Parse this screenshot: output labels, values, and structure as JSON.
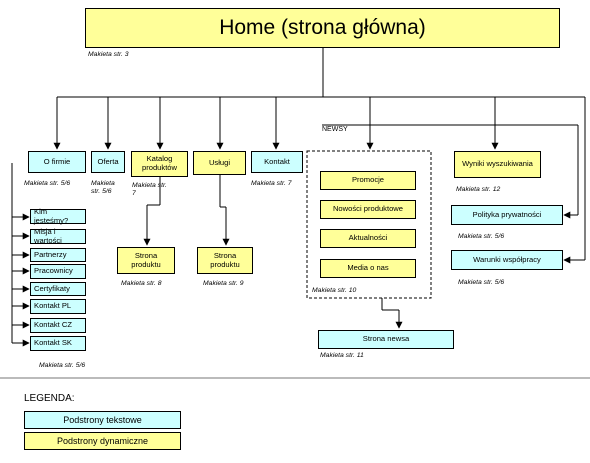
{
  "home": {
    "title": "Home (strona główna)",
    "note": "Makieta str. 3"
  },
  "nav": [
    {
      "id": "o-firmie",
      "label": "O firmie",
      "note": "Makieta str. 5/6"
    },
    {
      "id": "oferta",
      "label": "Oferta",
      "note": "Makieta str. 5/6"
    },
    {
      "id": "katalog",
      "label": "Katalog produktów",
      "note": "Makieta str. 7"
    },
    {
      "id": "uslugi",
      "label": "Usługi"
    },
    {
      "id": "kontakt",
      "label": "Kontakt",
      "note": "Makieta str. 7"
    },
    {
      "id": "wyniki",
      "label": "Wyniki wyszukiwania",
      "note": "Makieta str. 12"
    }
  ],
  "o_firmie_children": [
    "Kim jesteśmy?",
    "Misja i wartości",
    "Partnerzy",
    "Pracownicy",
    "Certyfikaty",
    "Kontakt PL",
    "Kontakt CZ",
    "Kontakt SK"
  ],
  "o_firmie_children_note": "Makieta str. 5/6",
  "strona_produktu_katalog": {
    "label": "Strona produktu",
    "note": "Makieta str. 8"
  },
  "strona_produktu_uslugi": {
    "label": "Strona produktu",
    "note": "Makieta str. 9"
  },
  "newsy": {
    "label": "NEWSY",
    "items": [
      "Promocje",
      "Nowości produktowe",
      "Aktualności",
      "Media o nas"
    ],
    "note": "Makieta str. 10"
  },
  "strona_newsa": {
    "label": "Strona newsa",
    "note": "Makieta str. 11"
  },
  "polityka": {
    "label": "Polityka prywatności",
    "note": "Makieta str. 5/6"
  },
  "warunki": {
    "label": "Warunki współpracy",
    "note": "Makieta str. 5/6"
  },
  "legend": {
    "title": "LEGENDA:",
    "items": [
      {
        "label": "Podstrony tekstowe",
        "color": "#ccffff"
      },
      {
        "label": "Podstrony dynamiczne",
        "color": "#ffff99"
      }
    ]
  },
  "colors": {
    "text_page": "#ccffff",
    "dynamic_page": "#ffff99",
    "line": "#000000"
  }
}
